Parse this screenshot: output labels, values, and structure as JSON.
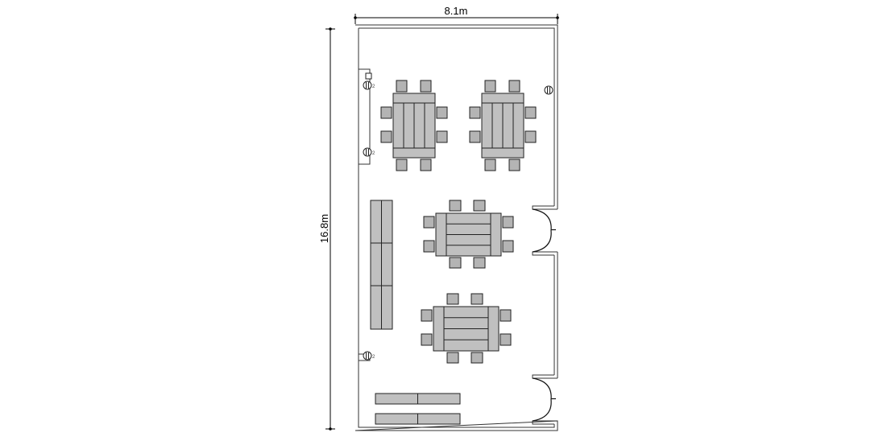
{
  "plan": {
    "width_label": "8.1m",
    "height_label": "16.8m",
    "outlet_label": "2",
    "colors": {
      "table_fill": "#c0c0c0",
      "chair_fill": "#b4b4b4",
      "stroke": "#222222",
      "wall": "#333333"
    },
    "furniture": {
      "conference_tables": 4,
      "chairs_per_table": 8,
      "side_tables": 1,
      "bench_rows": 2,
      "doors": 2,
      "outlets": 4
    }
  }
}
